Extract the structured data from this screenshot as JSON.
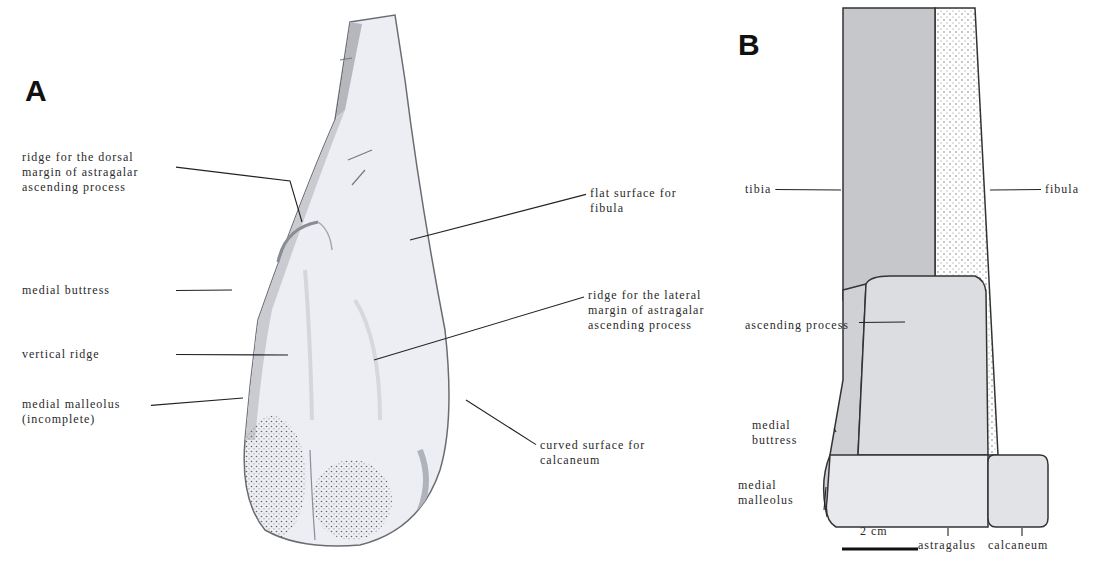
{
  "diagram": {
    "labels": [
      "A",
      "B",
      "ridge for the dorsal margin of astragalar ascending process",
      "medial buttress",
      "vertical ridge",
      "medial malleolus (incomplete)",
      "flat surface for fibula",
      "ridge for the lateral margin of astragalar ascending process",
      "curved surface for calcaneum",
      "tibia",
      "fibula",
      "ascending process",
      "medial buttress",
      "medial malleolus",
      "2 cm",
      "astragalus",
      "calcaneum"
    ]
  }
}
